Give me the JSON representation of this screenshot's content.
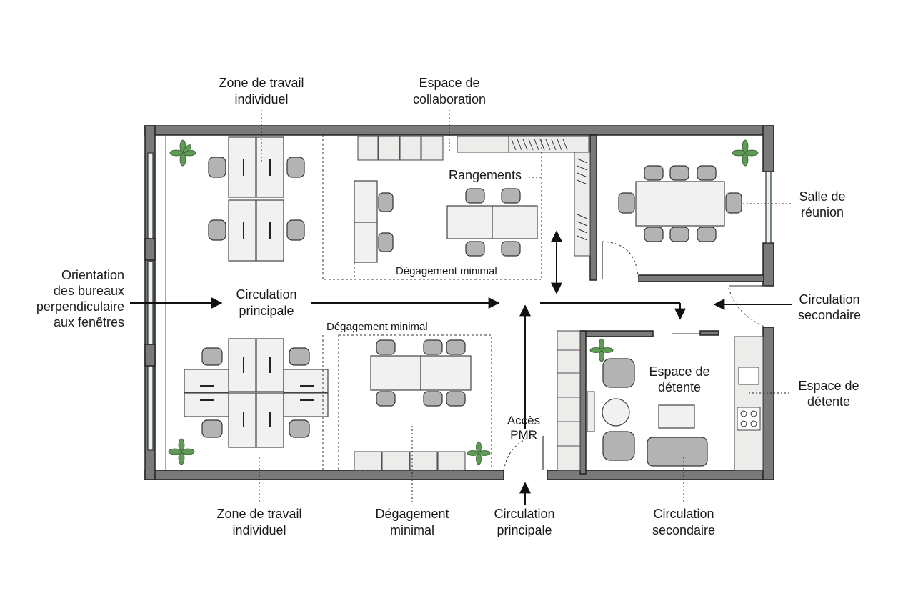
{
  "labels": {
    "zone_travail_top": [
      "Zone de travail",
      "individuel"
    ],
    "espace_collab": [
      "Espace de",
      "collaboration"
    ],
    "rangements": "Rangements",
    "salle_reunion": [
      "Salle de",
      "réunion"
    ],
    "orientation": [
      "Orientation",
      "des bureaux",
      "perpendiculaire",
      "aux fenêtres"
    ],
    "circ_principale_mid": [
      "Circulation",
      "principale"
    ],
    "circ_secondaire_right": [
      "Circulation",
      "secondaire"
    ],
    "degagement_top": "Dégagement minimal",
    "degagement_mid": "Dégagement minimal",
    "espace_detente_in": [
      "Espace de",
      "détente"
    ],
    "espace_detente_right": [
      "Espace de",
      "détente"
    ],
    "acces_pmr": [
      "Accès",
      "PMR"
    ],
    "zone_travail_bottom": [
      "Zone de travail",
      "individuel"
    ],
    "degagement_bottom": [
      "Dégagement",
      "minimal"
    ],
    "circ_principale_bottom": [
      "Circulation",
      "principale"
    ],
    "circ_secondaire_bottom": [
      "Circulation",
      "secondaire"
    ]
  },
  "colors": {
    "wall": "#7a7a7a",
    "plant": "#5f9a57",
    "chair": "#b3b3b3",
    "furniture": "#f1f1f1"
  }
}
